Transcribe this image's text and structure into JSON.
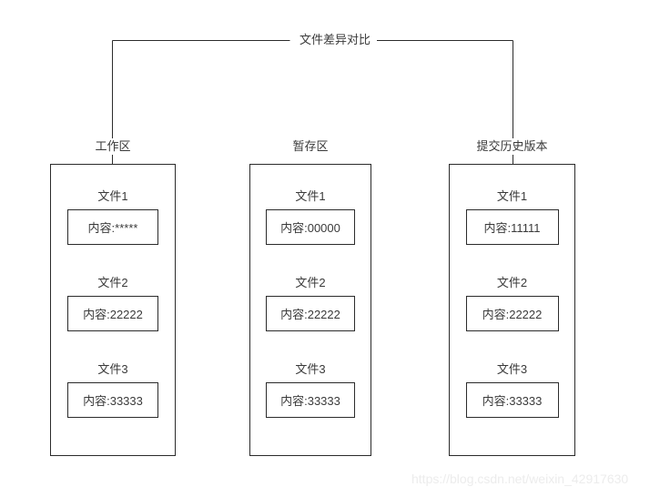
{
  "diagram": {
    "bracket": {
      "label": "文件差异对比"
    },
    "columns": [
      {
        "title": "工作区",
        "files": [
          {
            "name": "文件1",
            "content": "内容:*****"
          },
          {
            "name": "文件2",
            "content": "内容:22222"
          },
          {
            "name": "文件3",
            "content": "内容:33333"
          }
        ]
      },
      {
        "title": "暂存区",
        "files": [
          {
            "name": "文件1",
            "content": "内容:00000"
          },
          {
            "name": "文件2",
            "content": "内容:22222"
          },
          {
            "name": "文件3",
            "content": "内容:33333"
          }
        ]
      },
      {
        "title": "提交历史版本",
        "files": [
          {
            "name": "文件1",
            "content": "内容:11111"
          },
          {
            "name": "文件2",
            "content": "内容:22222"
          },
          {
            "name": "文件3",
            "content": "内容:33333"
          }
        ]
      }
    ],
    "watermark": "https://blog.csdn.net/weixin_42917630",
    "colors": {
      "stroke": "#2b2b2b",
      "text": "#3a3a3a",
      "background": "#ffffff",
      "watermark": "#ececec"
    }
  }
}
